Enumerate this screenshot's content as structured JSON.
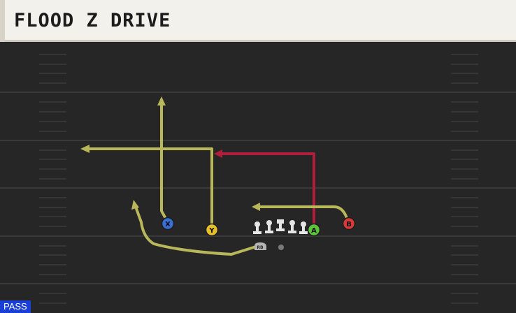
{
  "play": {
    "name": "FLOOD Z DRIVE",
    "type_badge": "PASS"
  },
  "players": {
    "x": {
      "button": "X",
      "color": "#3a6fd8"
    },
    "y": {
      "button": "Y",
      "color": "#e8c02a"
    },
    "a": {
      "button": "A",
      "color": "#5cc63c"
    },
    "b": {
      "button": "B",
      "color": "#d83a3a"
    },
    "rb": {
      "label": "RB"
    }
  },
  "colors": {
    "field": "#262626",
    "yard_line": "#3a3a3a",
    "route_standard": "#b8b85a",
    "route_primary": "#b01e3c",
    "lineman": "#e6e6e6"
  }
}
